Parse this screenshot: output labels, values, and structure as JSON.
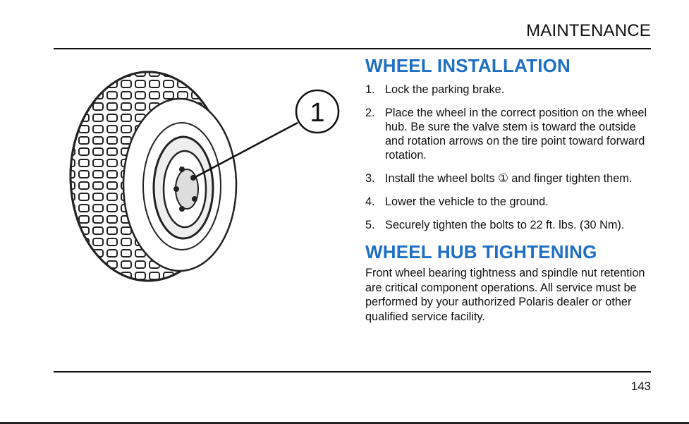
{
  "header": {
    "title": "MAINTENANCE"
  },
  "figure": {
    "callout": "1"
  },
  "section1": {
    "heading": "WHEEL INSTALLATION",
    "steps": [
      {
        "num": "1.",
        "text": "Lock the parking brake."
      },
      {
        "num": "2.",
        "text": "Place the wheel in the correct position on the wheel hub. Be sure the valve stem is toward the outside and rotation arrows on the tire point toward forward rotation."
      },
      {
        "num": "3.",
        "text": "Install the wheel bolts ① and finger tighten them."
      },
      {
        "num": "4.",
        "text": "Lower the vehicle to the ground."
      },
      {
        "num": "5.",
        "text": "Securely tighten the bolts to 22 ft. lbs. (30 Nm)."
      }
    ]
  },
  "section2": {
    "heading": "WHEEL HUB TIGHTENING",
    "paragraph": "Front wheel bearing tightness and spindle nut retention are critical component operations. All service must be performed by your authorized Polaris dealer or other qualified service facility."
  },
  "footer": {
    "page_number": "143"
  }
}
